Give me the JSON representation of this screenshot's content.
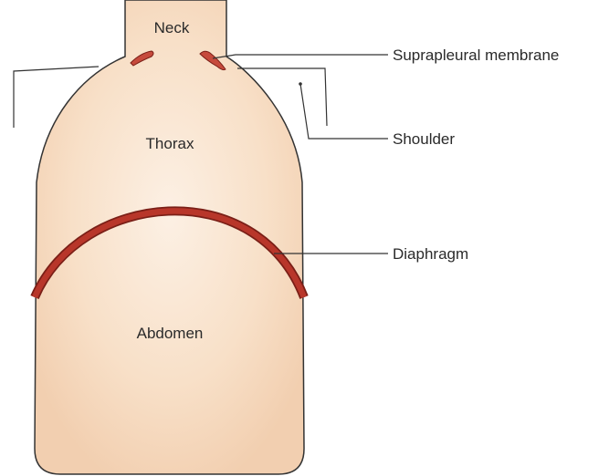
{
  "labels": {
    "neck": "Neck",
    "thorax": "Thorax",
    "abdomen": "Abdomen",
    "suprapleural_membrane": "Suprapleural membrane",
    "shoulder": "Shoulder",
    "diaphragm": "Diaphragm"
  },
  "colors": {
    "body_fill": "#f6d9be",
    "body_highlight": "#fbeee0",
    "outline": "#333333",
    "diaphragm": "#b8362a",
    "diaphragm_edge": "#7a1f17",
    "text": "#2a2a2a"
  }
}
